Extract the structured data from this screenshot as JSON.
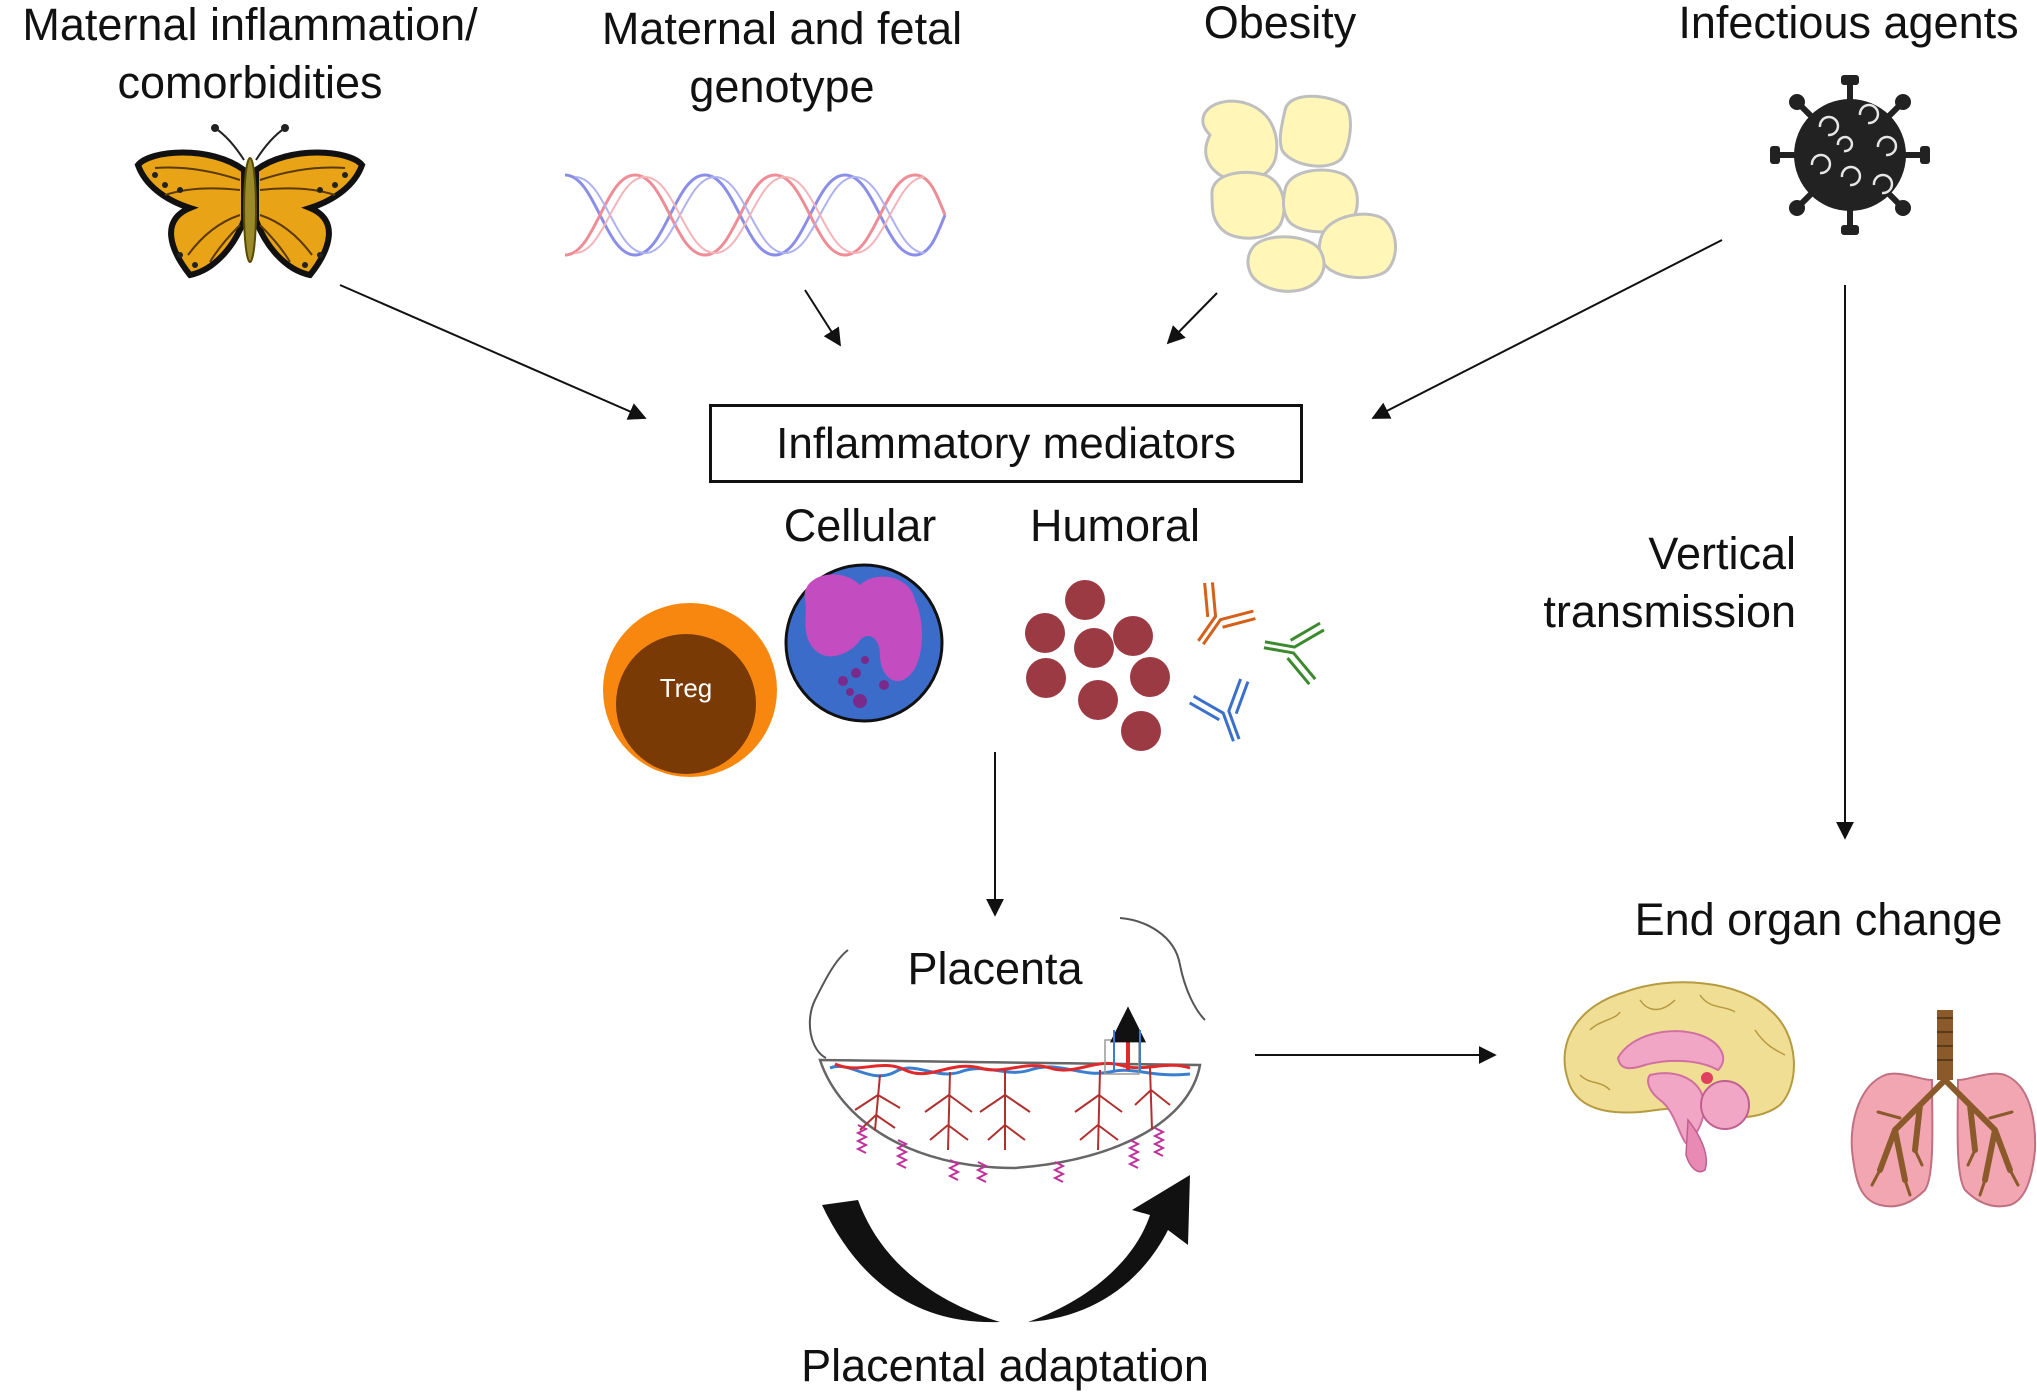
{
  "factors": {
    "maternal_inflammation": [
      "Maternal inflammation/",
      "comorbidities"
    ],
    "genotype": [
      "Maternal and fetal",
      "genotype"
    ],
    "obesity": "Obesity",
    "infectious": "Infectious agents"
  },
  "mediators": {
    "box_label": "Inflammatory mediators",
    "cellular": "Cellular",
    "humoral": "Humoral",
    "treg": "Treg"
  },
  "vertical_transmission": [
    "Vertical",
    "transmission"
  ],
  "placenta": "Placenta",
  "placental_adaptation": "Placental adaptation",
  "end_organ": "End organ change",
  "icons": [
    "butterfly-icon",
    "dna-helix-icon",
    "adipocytes-icon",
    "virus-icon",
    "treg-cell-icon",
    "neutrophil-icon",
    "antibody-icon",
    "placenta-icon",
    "brain-icon",
    "lungs-icon"
  ],
  "colors": {
    "butterfly": "#E8A317",
    "adipocyte": "#FFF6B8",
    "virus": "#222222",
    "treg_outer": "#F7870F",
    "treg_inner": "#7A3A06",
    "neutrophil": "#3B6CC9",
    "neutrophil_nucleus": "#C24CC0",
    "humoral_particle": "#9C3A44",
    "antibody_orange": "#D4601A",
    "antibody_green": "#3C8A2E",
    "antibody_blue": "#3A6FCC",
    "brain": "#F1DE95",
    "lungs": "#F2A6B2",
    "trachea": "#8B5A2B"
  }
}
